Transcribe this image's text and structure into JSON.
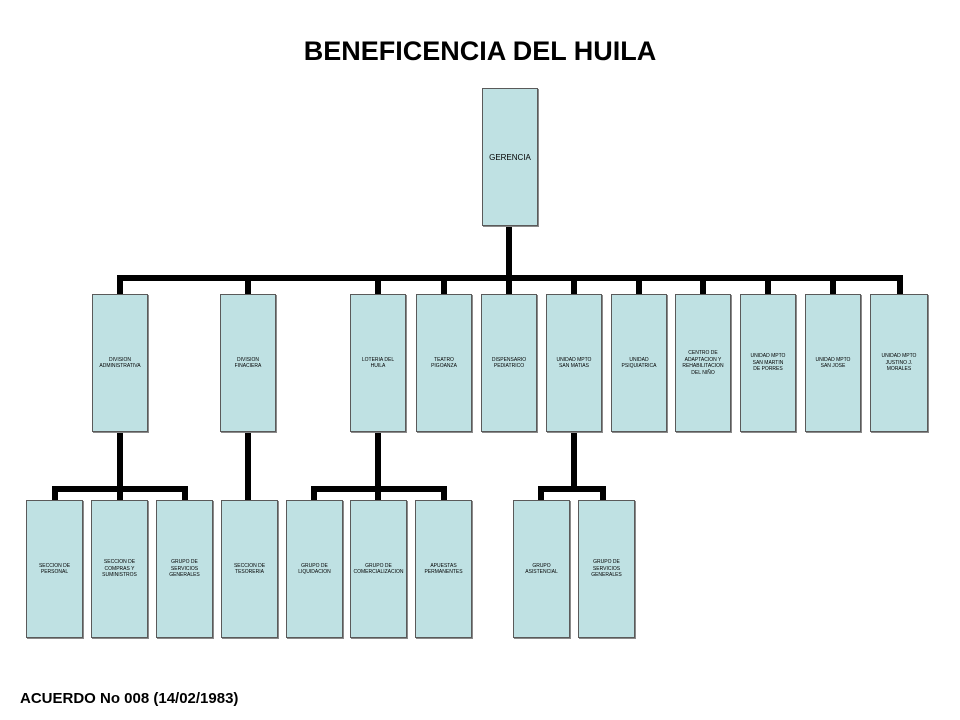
{
  "title": "BENEFICENCIA DEL HUILA",
  "footer": "ACUERDO No 008 (14/02/1983)",
  "colors": {
    "box_fill": "#bfe1e3",
    "connector": "#000000"
  },
  "root": "GERENCIA",
  "level1": [
    "DIVISION\nADMINISTRATIVA",
    "DIVISION\nFINACIERA",
    "LOTERIA DEL\nHUILA",
    "TEATRO\nPIGOANZA",
    "DISPENSARIO\nPEDIATRICO",
    "UNIDAD MPTO\nSAN MATIAS",
    "UNIDAD\nPSIQUIATRICA",
    "CENTRO DE\nADAPTACION Y\nREHABILITACION\nDEL NIÑO",
    "UNIDAD MPTO\nSAN MARTIN\nDE PORRES",
    "UNIDAD MPTO\nSAN JOSE",
    "UNIDAD MPTO\nJUSTINO J.\nMORALES"
  ],
  "level2": [
    "SECCION DE\nPERSONAL",
    "SECCION DE\nCOMPRAS Y\nSUMINISTROS",
    "GRUPO DE\nSERVICIOS\nGENERALES",
    "SECCION DE\nTESORERIA",
    "GRUPO DE\nLIQUIDACION",
    "GRUPO DE\nCOMERCIALIZACION",
    "APUESTAS\nPERMANENTES",
    "GRUPO\nASISTENCIAL",
    "GRUPO DE\nSERVICIOS\nGENERALES"
  ]
}
